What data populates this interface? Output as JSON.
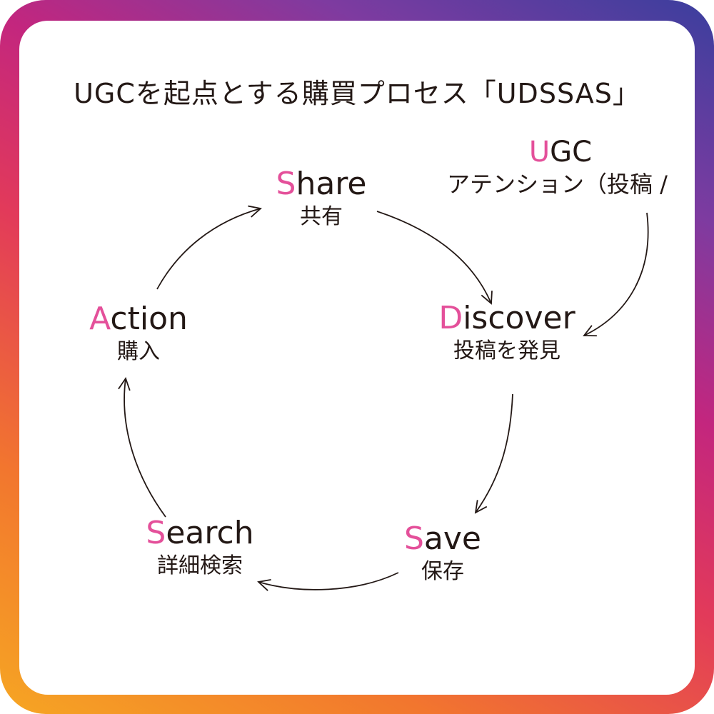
{
  "title": "UGCを起点とする購買プロセス「UDSSAS」",
  "colors": {
    "accent": "#e4509a",
    "text": "#231815",
    "frame_from": "#f6a623",
    "frame_to": "#3a3f9e"
  },
  "stages": {
    "share": {
      "initial": "S",
      "rest": "hare",
      "ja": "共有"
    },
    "discover": {
      "initial": "D",
      "rest": "iscover",
      "ja": "投稿を発見"
    },
    "save": {
      "initial": "S",
      "rest": "ave",
      "ja": "保存"
    },
    "search": {
      "initial": "S",
      "rest": "earch",
      "ja": "詳細検索"
    },
    "action": {
      "initial": "A",
      "rest": "ction",
      "ja": "購入"
    }
  },
  "ugc": {
    "initial": "U",
    "rest": "GC",
    "ja": "アテンション（投稿 /"
  }
}
